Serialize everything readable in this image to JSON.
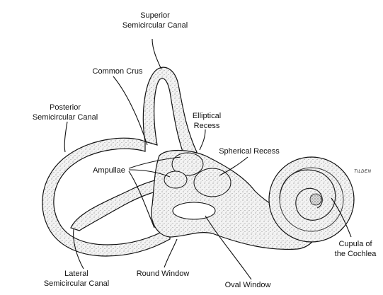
{
  "labels": {
    "superior_canal": [
      "Superior",
      "Semicircular Canal"
    ],
    "common_crus": "Common Crus",
    "posterior_canal": [
      "Posterior",
      "Semicircular Canal"
    ],
    "elliptical_recess": [
      "Elliptical",
      "Recess"
    ],
    "spherical_recess": "Spherical Recess",
    "ampullae": "Ampullae",
    "cupula": [
      "Cupula of",
      "the Cochlea"
    ],
    "lateral_canal": [
      "Lateral",
      "Semicircular Canal"
    ],
    "round_window": "Round Window",
    "oval_window": "Oval Window"
  },
  "signature": "TILDEN",
  "colors": {
    "ink": "#111111",
    "fill": "#f2f2f2",
    "background": "#ffffff"
  }
}
